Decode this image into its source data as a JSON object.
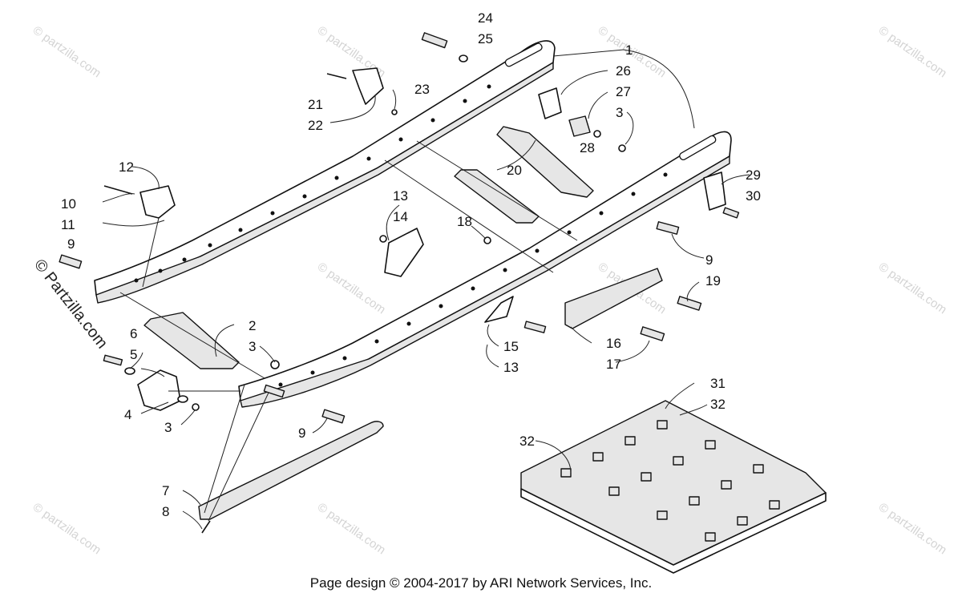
{
  "watermarks": {
    "site_text": "© Partzilla.com",
    "tile_text": "© partzilla.com"
  },
  "labels": {
    "l24": "24",
    "l25": "25",
    "l1": "1",
    "l26": "26",
    "l27": "27",
    "l3a": "3",
    "l28": "28",
    "l23": "23",
    "l21": "21",
    "l22": "22",
    "l12": "12",
    "l10": "10",
    "l11": "11",
    "l9a": "9",
    "l20": "20",
    "l13a": "13",
    "l14": "14",
    "l18": "18",
    "l29": "29",
    "l30": "30",
    "l9b": "9",
    "l19": "19",
    "l2": "2",
    "l3b": "3",
    "l6": "6",
    "l5": "5",
    "l15": "15",
    "l13b": "13",
    "l16": "16",
    "l17": "17",
    "l4": "4",
    "l3c": "3",
    "l9c": "9",
    "l31": "31",
    "l32a": "32",
    "l32b": "32",
    "l7": "7",
    "l8": "8"
  },
  "footer": {
    "text": "Page design © 2004-2017 by ARI Network Services, Inc."
  },
  "colors": {
    "line": "#111111",
    "watermark": "#d4d4d4",
    "background": "#ffffff"
  }
}
